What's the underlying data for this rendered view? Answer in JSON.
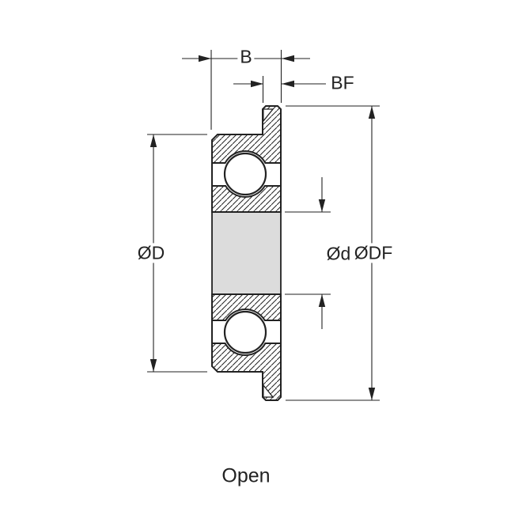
{
  "labels": {
    "width": "B",
    "flange_width": "BF",
    "outer_diameter": "ØD",
    "bore_diameter": "Ød",
    "flange_diameter": "ØDF"
  },
  "caption": "Open",
  "colors": {
    "line": "#222222",
    "bore_fill": "#dcdcdc",
    "ball_fill": "#ffffff",
    "background": "#ffffff"
  }
}
